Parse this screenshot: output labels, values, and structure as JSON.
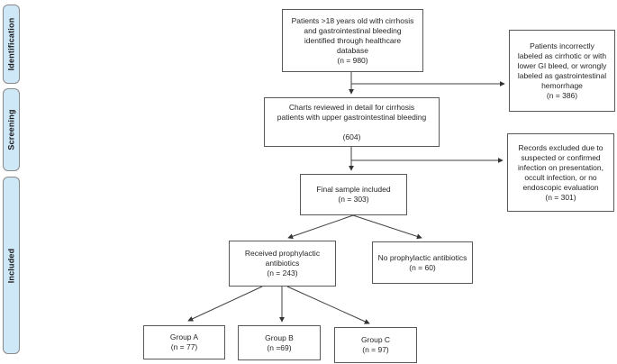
{
  "palette": {
    "stage_label_fill": "#cfe8f8",
    "stage_label_border": "#8a8a8a",
    "box_border": "#595959",
    "connector_line": "#333333",
    "text": "#262626"
  },
  "stages": {
    "identification": "Identification",
    "screening": "Screening",
    "included": "Included"
  },
  "flow": {
    "identified": {
      "lines": [
        "Patients >18 years old with cirrhosis",
        "and gastrointestinal bleeding",
        "identified through healthcare",
        "database",
        "(n = 980)"
      ]
    },
    "excluded1": {
      "lines": [
        "Patients incorrectly",
        "labeled as cirrhotic or with",
        "lower GI bleed, or wrongly",
        "labeled as gastrointestinal",
        "hemorrhage",
        "(n = 386)"
      ]
    },
    "charts_reviewed": {
      "lines": [
        "Charts reviewed in detail for cirrhosis",
        "patients with upper gastrointestinal bleeding",
        "",
        "(604)"
      ]
    },
    "excluded2": {
      "lines": [
        "Records excluded due to",
        "suspected or confirmed",
        "infection on presentation,",
        "occult infection, or no",
        "endoscopic evaluation",
        "(n = 301)"
      ]
    },
    "final_sample": {
      "lines": [
        "Final sample included",
        "(n = 303)"
      ]
    },
    "antibiotics": {
      "lines": [
        "Received prophylactic",
        "antibiotics",
        "(n = 243)"
      ]
    },
    "no_antibiotics": {
      "lines": [
        "No prophylactic antibiotics",
        "(n = 60)"
      ]
    },
    "group_a": {
      "lines": [
        "Group A",
        "(n = 77)"
      ]
    },
    "group_b": {
      "lines": [
        "Group B",
        "(n =69)"
      ]
    },
    "group_c": {
      "lines": [
        "Group C",
        "(n = 97)"
      ]
    }
  }
}
